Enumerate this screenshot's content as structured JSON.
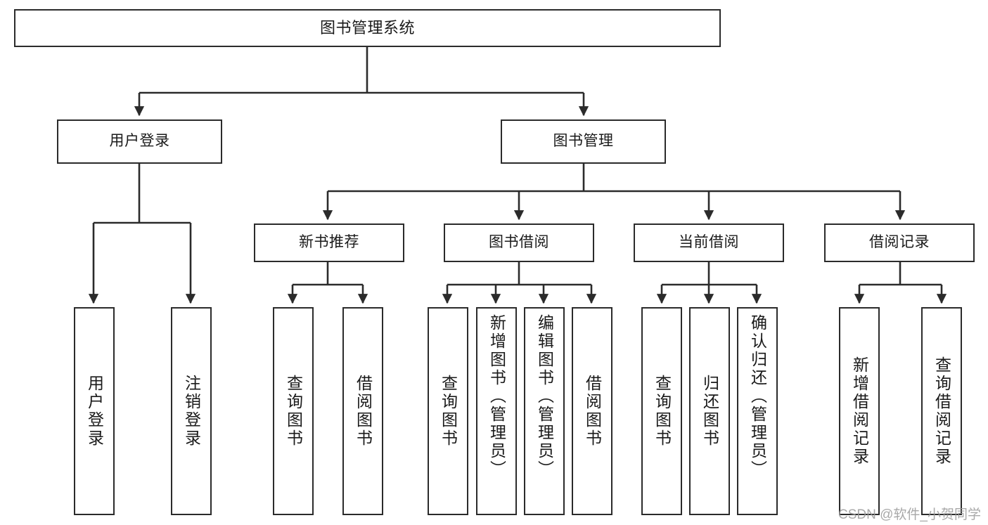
{
  "diagram": {
    "title": "图书管理系统",
    "type": "tree",
    "orientation": "top-down",
    "colors": {
      "border": "#2b2b2b",
      "fill": "#ffffff",
      "text": "#1a1a1a",
      "edge": "#2b2b2b",
      "watermark": "#9a9a9a"
    },
    "levels": {
      "level0": [
        {
          "id": "root",
          "label": "图书管理系统"
        }
      ],
      "level1": [
        {
          "id": "user-login",
          "label": "用户登录"
        },
        {
          "id": "book-manage",
          "label": "图书管理"
        }
      ],
      "level2": [
        {
          "id": "new-book-rec",
          "label": "新书推荐",
          "parent": "book-manage"
        },
        {
          "id": "book-borrow",
          "label": "图书借阅",
          "parent": "book-manage"
        },
        {
          "id": "current-borrow",
          "label": "当前借阅",
          "parent": "book-manage"
        },
        {
          "id": "borrow-record",
          "label": "借阅记录",
          "parent": "book-manage"
        }
      ],
      "level3": [
        {
          "id": "leaf-user-login",
          "label": "用户登录",
          "parent": "user-login"
        },
        {
          "id": "leaf-user-logout",
          "label": "注销登录",
          "parent": "user-login"
        },
        {
          "id": "leaf-query-book-1",
          "label": "查询图书",
          "parent": "new-book-rec"
        },
        {
          "id": "leaf-borrow-book-1",
          "label": "借阅图书",
          "parent": "new-book-rec"
        },
        {
          "id": "leaf-query-book-2",
          "label": "查询图书",
          "parent": "book-borrow"
        },
        {
          "id": "leaf-add-book",
          "label": "新增图书（管理员）",
          "parent": "book-borrow"
        },
        {
          "id": "leaf-edit-book",
          "label": "编辑图书（管理员）",
          "parent": "book-borrow"
        },
        {
          "id": "leaf-borrow-book-2",
          "label": "借阅图书",
          "parent": "book-borrow"
        },
        {
          "id": "leaf-query-book-3",
          "label": "查询图书",
          "parent": "current-borrow"
        },
        {
          "id": "leaf-return-book",
          "label": "归还图书",
          "parent": "current-borrow"
        },
        {
          "id": "leaf-confirm-return",
          "label": "确认归还（管理员）",
          "parent": "current-borrow"
        },
        {
          "id": "leaf-add-record",
          "label": "新增借阅记录",
          "parent": "borrow-record"
        },
        {
          "id": "leaf-query-record",
          "label": "查询借阅记录",
          "parent": "borrow-record"
        }
      ]
    }
  },
  "watermark": {
    "text": "CSDN @软件_小贺同学"
  }
}
